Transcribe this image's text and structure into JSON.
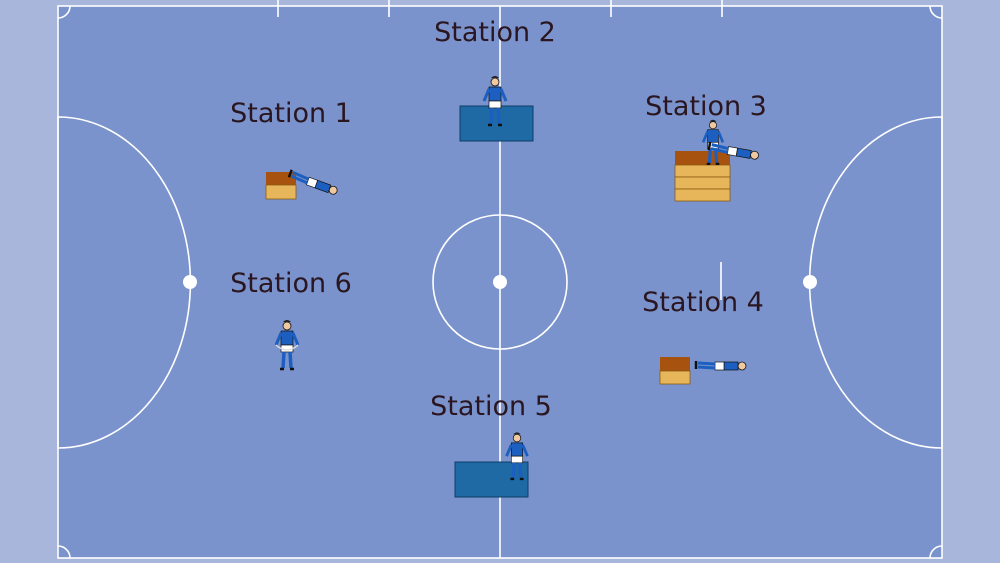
{
  "title": "Futsal court circuit training stations",
  "colors": {
    "outer": "#a9b6dc",
    "court": "#7b93cc",
    "penalty_area": "#a9b6dc",
    "mat": "#1f6aa5",
    "box_top": "#a8520f",
    "box_body": "#e8b65a",
    "label": "#2a1620"
  },
  "stations": [
    {
      "label": "Station 1",
      "equipment": "box-icon"
    },
    {
      "label": "Station 2",
      "equipment": "mat-icon"
    },
    {
      "label": "Station 3",
      "equipment": "box-icon"
    },
    {
      "label": "Station 4",
      "equipment": "box-icon"
    },
    {
      "label": "Station 5",
      "equipment": "mat-icon"
    },
    {
      "label": "Station 6",
      "equipment": "player-icon"
    }
  ]
}
